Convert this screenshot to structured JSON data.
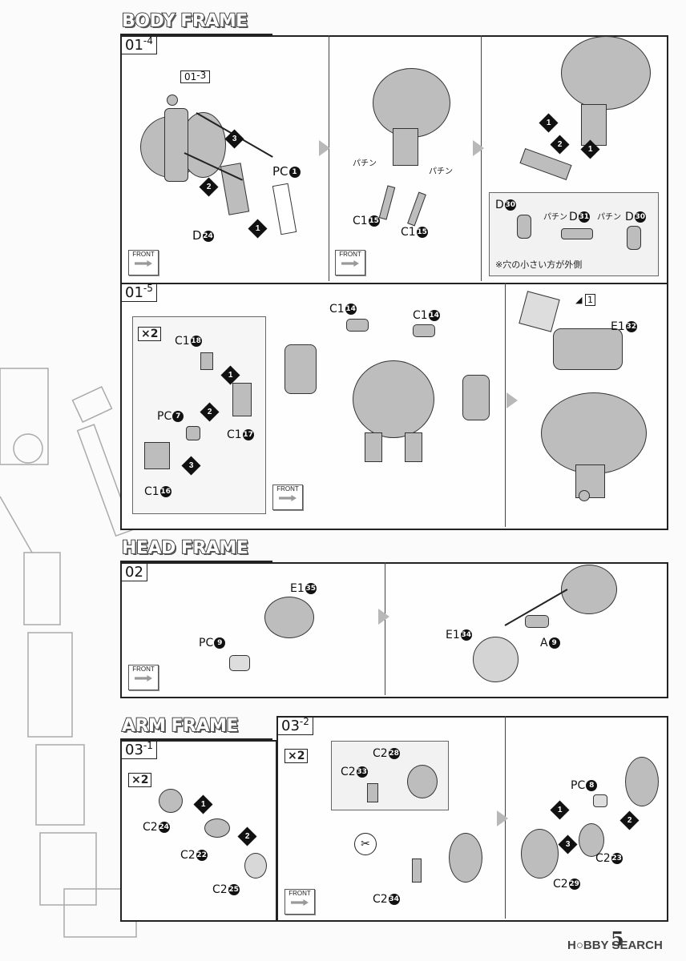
{
  "sections": {
    "body_frame": "BODY FRAME",
    "head_frame": "HEAD FRAME",
    "arm_frame": "ARM FRAME"
  },
  "steps": {
    "s01_4": "01",
    "s01_4_sup": "-4",
    "s01_3": "01",
    "s01_3_sup": "-3",
    "s01_5": "01",
    "s01_5_sup": "-5",
    "s02": "02",
    "s03_1": "03",
    "s03_1_sup": "-1",
    "s03_2": "03",
    "s03_2_sup": "-2"
  },
  "parts": {
    "pc1": "PC",
    "pc1_n": "1",
    "d24": "D",
    "d24_n": "24",
    "c15a": "C1",
    "c15a_n": "15",
    "c15b": "C1",
    "c15b_n": "15",
    "d30a": "D",
    "d30a_n": "30",
    "d31": "D",
    "d31_n": "31",
    "d30b": "D",
    "d30b_n": "30",
    "c18": "C1",
    "c18_n": "18",
    "pc7": "PC",
    "pc7_n": "7",
    "c17": "C1",
    "c17_n": "17",
    "c16": "C1",
    "c16_n": "16",
    "c14a": "C1",
    "c14a_n": "14",
    "c14b": "C1",
    "c14b_n": "14",
    "e32": "E1",
    "e32_n": "32",
    "e35": "E1",
    "e35_n": "35",
    "pc9": "PC",
    "pc9_n": "9",
    "e34": "E1",
    "e34_n": "34",
    "a9": "A",
    "a9_n": "9",
    "c24": "C2",
    "c24_n": "24",
    "c22": "C2",
    "c22_n": "22",
    "c25": "C2",
    "c25_n": "25",
    "c28": "C2",
    "c28_n": "28",
    "c33": "C2",
    "c33_n": "33",
    "c34": "C2",
    "c34_n": "34",
    "pc8": "PC",
    "pc8_n": "8",
    "c23": "C2",
    "c23_n": "23",
    "c29": "C2",
    "c29_n": "29"
  },
  "order_numbers": [
    "1",
    "2",
    "3"
  ],
  "labels": {
    "front": "FRONT",
    "x2": "×2",
    "pachin": "パチン",
    "note_small_hole": "※穴の小さい方が外側",
    "cut_label": "1"
  },
  "footer": {
    "page_number": "5",
    "watermark": "H○BBY SEARCH"
  }
}
